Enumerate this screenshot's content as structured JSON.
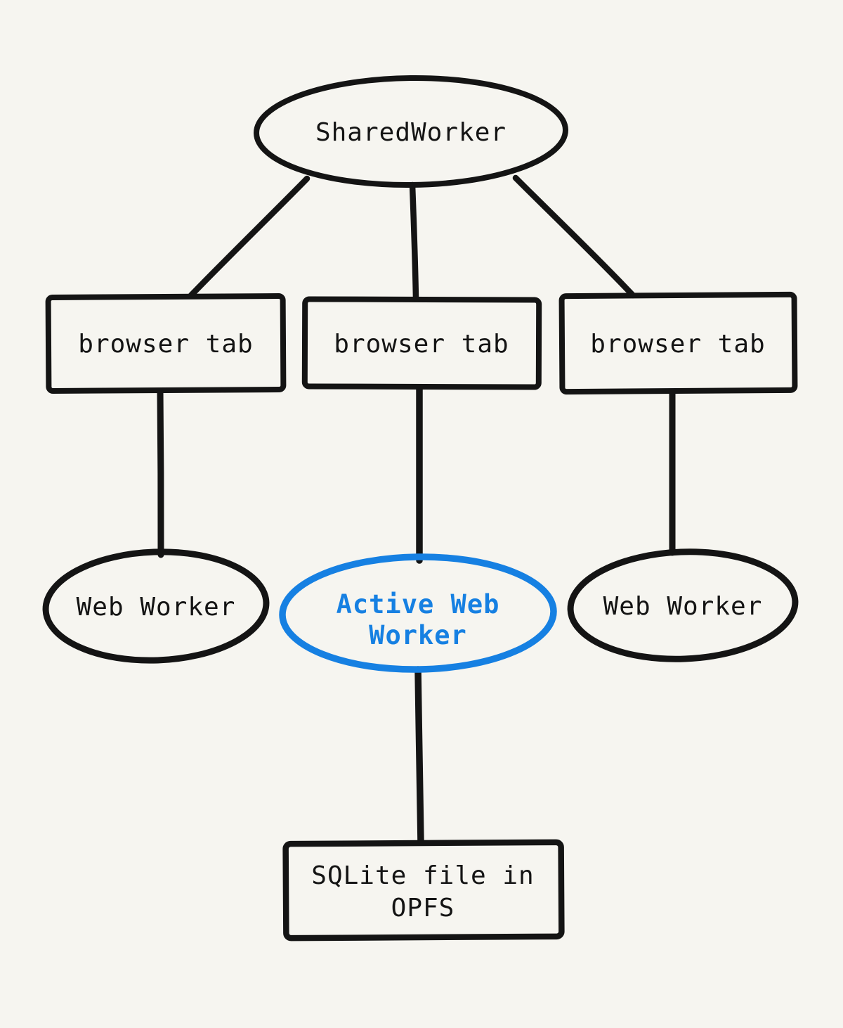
{
  "diagram": {
    "background_color": "#f6f5f0",
    "stroke_color": "#141414",
    "accent_color": "#1680e2",
    "nodes": {
      "shared_worker": {
        "shape": "ellipse",
        "label": "SharedWorker"
      },
      "browser_tab_left": {
        "shape": "rectangle",
        "label": "browser tab"
      },
      "browser_tab_middle": {
        "shape": "rectangle",
        "label": "browser tab"
      },
      "browser_tab_right": {
        "shape": "rectangle",
        "label": "browser tab"
      },
      "web_worker_left": {
        "shape": "ellipse",
        "label": "Web Worker"
      },
      "active_web_worker": {
        "shape": "ellipse",
        "label_line1": "Active Web",
        "label_line2": "Worker"
      },
      "web_worker_right": {
        "shape": "ellipse",
        "label": "Web Worker"
      },
      "sqlite_file": {
        "shape": "rectangle",
        "label_line1": "SQLite file in",
        "label_line2": "OPFS"
      }
    },
    "edges": [
      {
        "from": "shared_worker",
        "to": "browser_tab_left"
      },
      {
        "from": "shared_worker",
        "to": "browser_tab_middle"
      },
      {
        "from": "shared_worker",
        "to": "browser_tab_right"
      },
      {
        "from": "browser_tab_left",
        "to": "web_worker_left"
      },
      {
        "from": "browser_tab_middle",
        "to": "active_web_worker"
      },
      {
        "from": "browser_tab_right",
        "to": "web_worker_right"
      },
      {
        "from": "active_web_worker",
        "to": "sqlite_file"
      }
    ]
  }
}
